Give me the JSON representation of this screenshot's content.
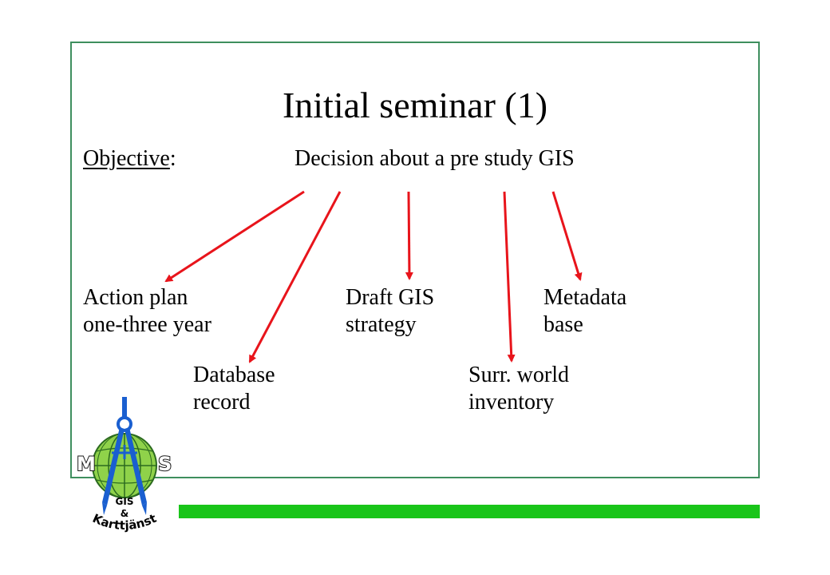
{
  "title": "Initial seminar (1)",
  "objective": {
    "label": "Objective",
    "colon": ":",
    "text": "Decision about a pre study GIS"
  },
  "outcomes": [
    {
      "line1": "Action plan",
      "line2": "one-three year"
    },
    {
      "line1": "Database",
      "line2": "record"
    },
    {
      "line1": "Draft GIS",
      "line2": "strategy"
    },
    {
      "line1": "Surr. world",
      "line2": "inventory"
    },
    {
      "line1": "Metadata",
      "line2": "base"
    }
  ],
  "logo": {
    "left_letter": "M",
    "right_letter": "S",
    "text1": "GIS",
    "text2": "&",
    "text3": "Karttjänst"
  },
  "colors": {
    "frame": "#3e8f5e",
    "arrow": "#e8141b",
    "bar": "#19c519",
    "logo_globe": "#8fd24a",
    "logo_compass": "#1a5fd0"
  }
}
